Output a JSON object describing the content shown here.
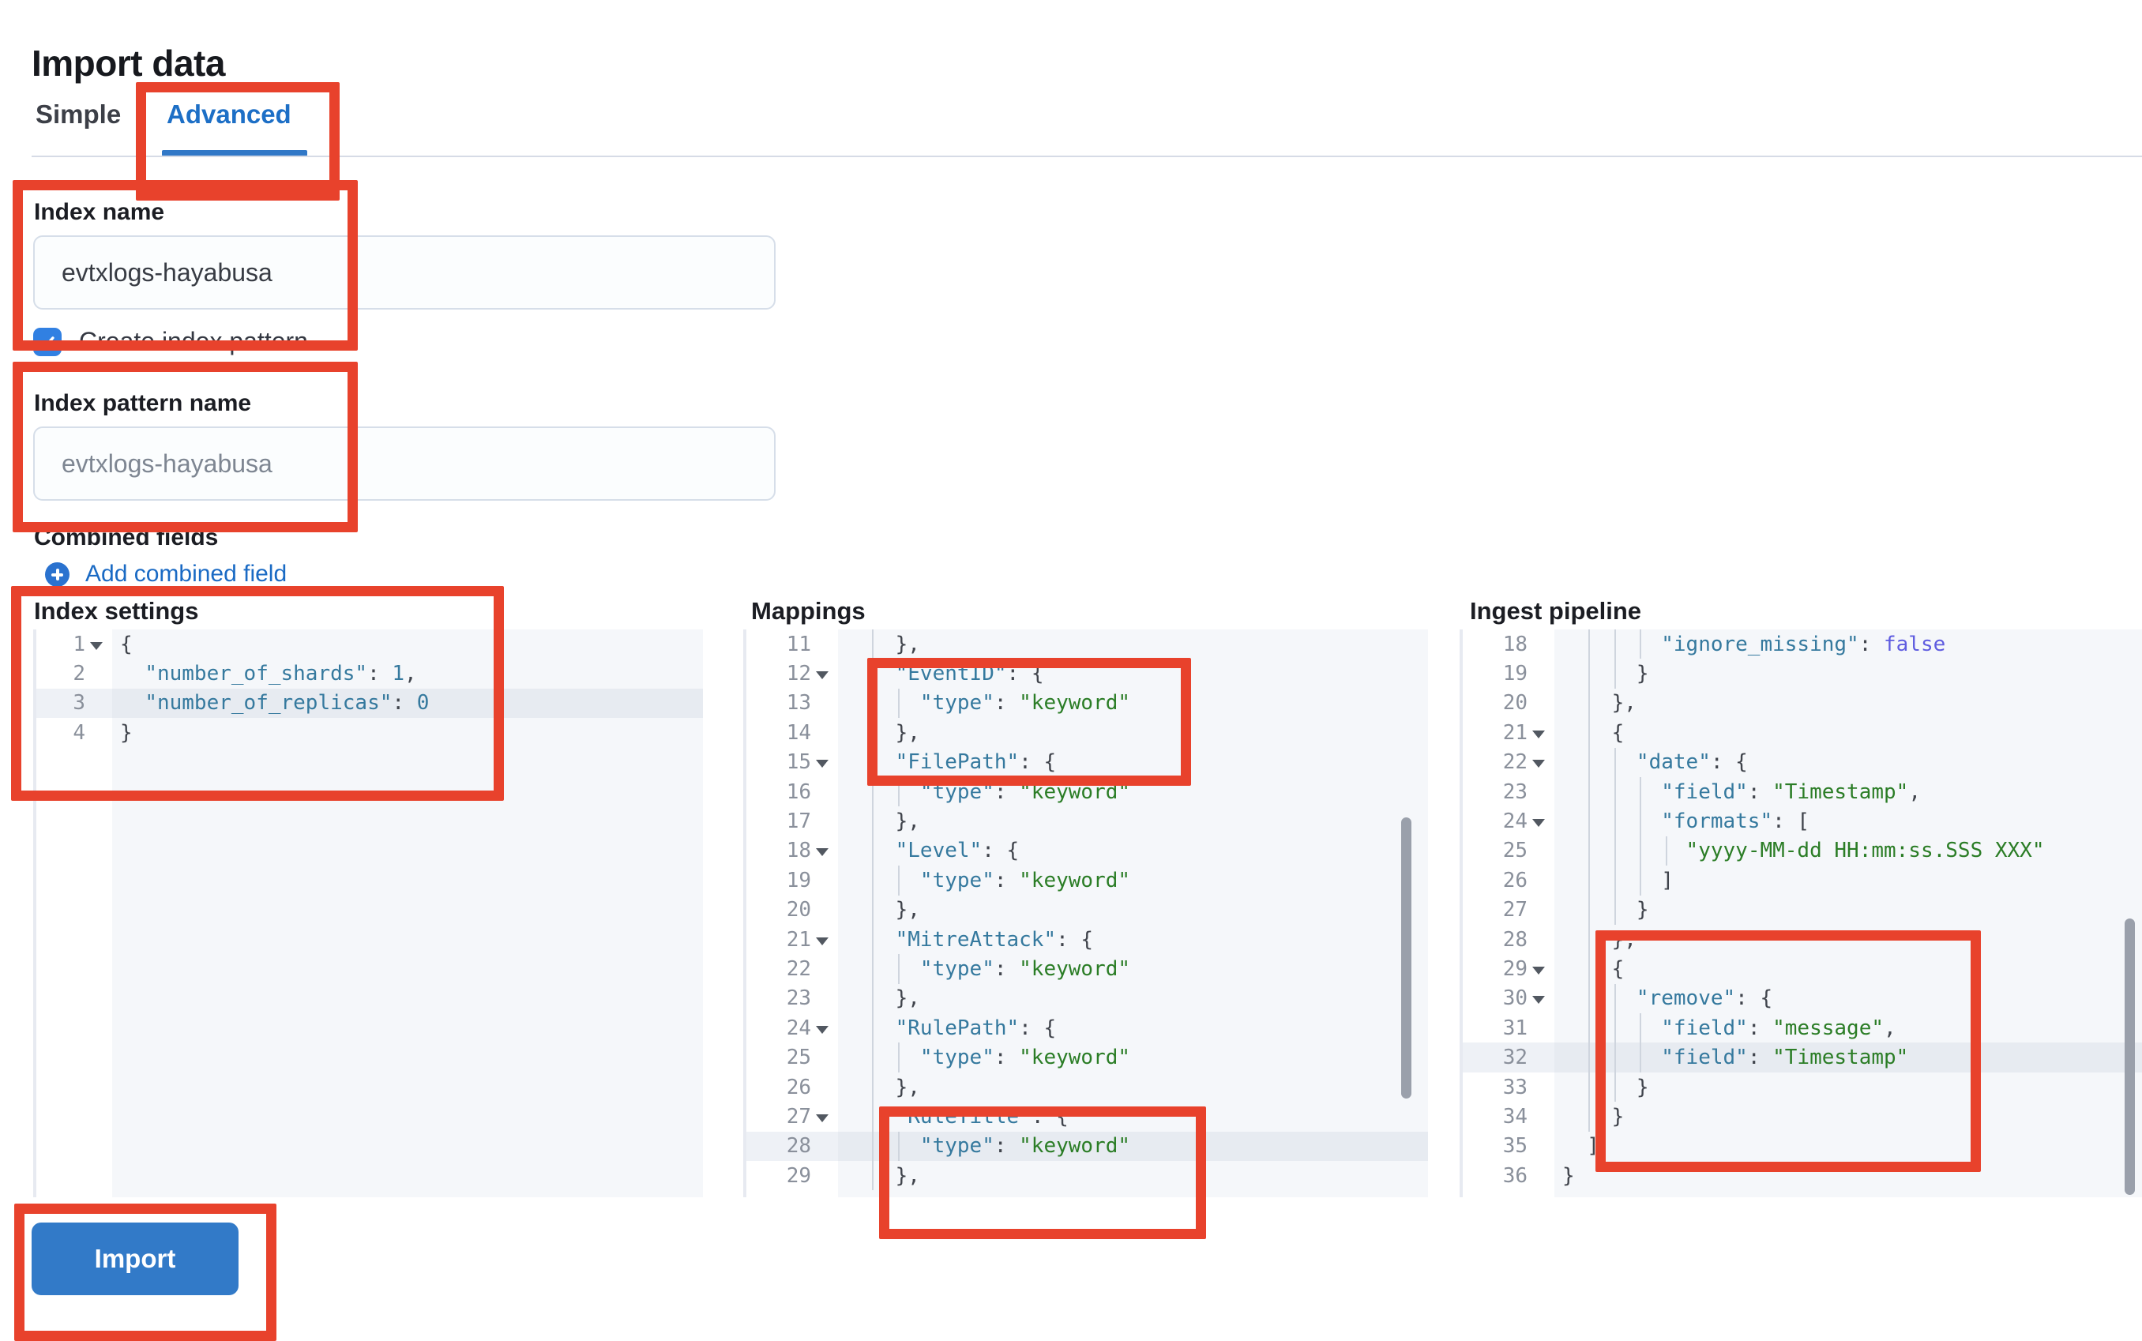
{
  "page": {
    "title": "Import data"
  },
  "tabs": {
    "simple": "Simple",
    "advanced": "Advanced"
  },
  "form": {
    "index_name_label": "Index name",
    "index_name_value": "evtxlogs-hayabusa",
    "create_index_pattern_label": "Create index pattern",
    "create_index_pattern_checked": true,
    "index_pattern_label": "Index pattern name",
    "index_pattern_placeholder": "evtxlogs-hayabusa",
    "combined_fields_label": "Combined fields",
    "add_combined_field_label": "Add combined field"
  },
  "editors": [
    {
      "id": "index-settings",
      "label": "Index settings",
      "first_line": 1,
      "highlight_line": 3,
      "fold_lines": [
        1
      ],
      "lines": [
        "{",
        "  \"number_of_shards\": 1,",
        "  \"number_of_replicas\": 0",
        "}"
      ]
    },
    {
      "id": "mappings",
      "label": "Mappings",
      "first_line": 11,
      "highlight_line": 28,
      "fold_lines": [
        12,
        15,
        18,
        21,
        24,
        27
      ],
      "lines": [
        "    },",
        "    \"EventID\": {",
        "      \"type\": \"keyword\"",
        "    },",
        "    \"FilePath\": {",
        "      \"type\": \"keyword\"",
        "    },",
        "    \"Level\": {",
        "      \"type\": \"keyword\"",
        "    },",
        "    \"MitreAttack\": {",
        "      \"type\": \"keyword\"",
        "    },",
        "    \"RulePath\": {",
        "      \"type\": \"keyword\"",
        "    },",
        "    \"RuleTitle\": {",
        "      \"type\": \"keyword\"",
        "    },"
      ]
    },
    {
      "id": "ingest-pipeline",
      "label": "Ingest pipeline",
      "first_line": 18,
      "highlight_line": 32,
      "fold_lines": [
        21,
        22,
        24,
        29,
        30
      ],
      "lines": [
        "        \"ignore_missing\": false",
        "      }",
        "    },",
        "    {",
        "      \"date\": {",
        "        \"field\": \"Timestamp\",",
        "        \"formats\": [",
        "          \"yyyy-MM-dd HH:mm:ss.SSS XXX\"",
        "        ]",
        "      }",
        "    },",
        "    {",
        "      \"remove\": {",
        "        \"field\": \"message\",",
        "        \"field\": \"Timestamp\"",
        "      }",
        "    }",
        "  ]",
        "}"
      ]
    }
  ],
  "import_button_label": "Import",
  "annotations": {
    "color": "#e8422c",
    "targets": [
      "advanced-tab",
      "index-name-field",
      "index-pattern-field",
      "index-settings-editor",
      "mappings-eventid-block",
      "mappings-ruletitle-block",
      "ingest-remove-block",
      "import-button"
    ]
  },
  "colors": {
    "accent_blue": "#1d6fc6",
    "button_blue": "#327ac8",
    "checkbox_blue": "#3180e2",
    "code_key": "#35799e",
    "code_string": "#2b7d26",
    "code_constant": "#5f5ce0",
    "editor_background": "#f5f7fa",
    "active_line": "#e7ebf1",
    "annotation_red": "#e8422c"
  }
}
